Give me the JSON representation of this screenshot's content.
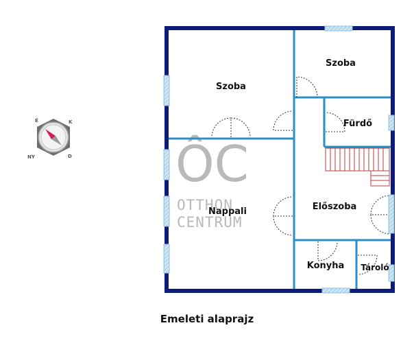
{
  "caption": "Emeleti alaprajz",
  "watermark": {
    "logo": "ÔC",
    "line1": "OTTHON",
    "line2": "CENTRUM"
  },
  "compass": {
    "north": "É",
    "east": "K",
    "south": "D",
    "west": "NY"
  },
  "rooms": {
    "szoba_left": "Szoba",
    "szoba_right": "Szoba",
    "furdo": "Fürdő",
    "nappali": "Nappali",
    "eloszoba": "Előszoba",
    "konyha": "Konyha",
    "tarolo": "Tároló"
  },
  "colors": {
    "outer_wall": "#0c1a78",
    "inner_wall": "#2b8fc4",
    "window": "#a9cfe8",
    "stairs": "#c23a3a",
    "door_arc": "#333333",
    "watermark": "#b9b9b9",
    "compass_needle": "#d81b60"
  }
}
